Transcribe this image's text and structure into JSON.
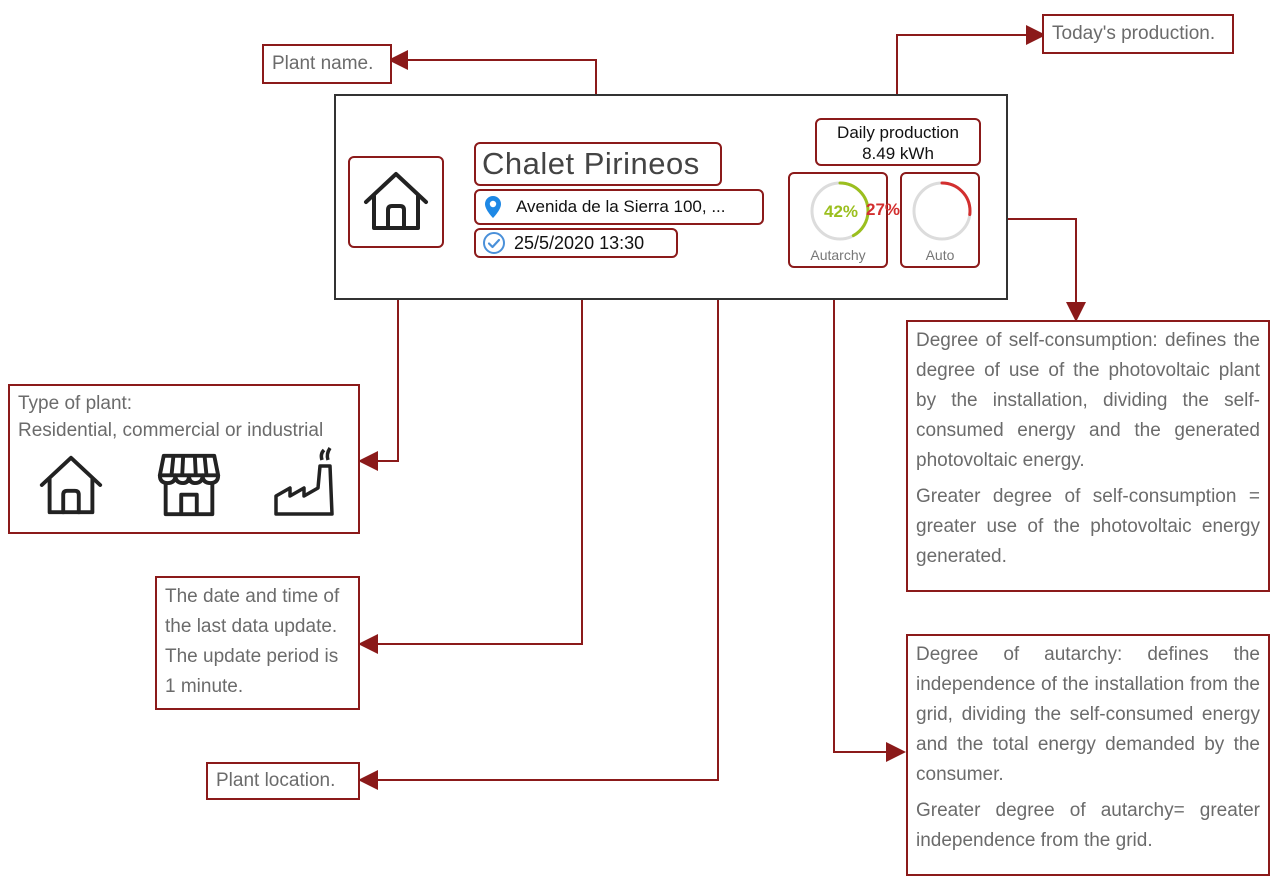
{
  "panel": {
    "plant_name": "Chalet Pirineos",
    "location": "Avenida de la Sierra 100, ...",
    "last_update": "25/5/2020 13:30",
    "daily_production": {
      "label": "Daily production",
      "value": "8.49 kWh"
    },
    "autarchy": {
      "value_text": "42%",
      "fraction": 0.42,
      "label": "Autarchy",
      "color": "#9bbf1e"
    },
    "self_consumption": {
      "value_text": "27%",
      "fraction": 0.27,
      "label": "Auto",
      "color": "#d32f2f"
    },
    "plant_icon": "house-icon",
    "location_icon": "map-pin-icon",
    "update_icon": "check-circle-icon"
  },
  "annotations": {
    "plant_name": "Plant name.",
    "todays_production": "Today's production.",
    "plant_type": {
      "title": "Type of plant:",
      "subtitle": "Residential, commercial or industrial",
      "icons": [
        "house-icon",
        "shop-icon",
        "factory-icon"
      ]
    },
    "last_update": {
      "text": "The date and time of the last data update.",
      "period": "The update period is 1 minute."
    },
    "location": "Plant location.",
    "self_consumption": {
      "definition": "Degree of self-consumption: defines the degree of use of the photovoltaic plant by the installation, dividing the self-consumed energy and the generated photovoltaic energy.",
      "summary": "Greater degree of self-consumption = greater use of the photovoltaic energy generated."
    },
    "autarchy": {
      "definition": "Degree of autarchy: defines the independence of the installation from the grid, dividing the self-consumed energy and the total energy demanded by the consumer.",
      "summary": "Greater degree of autarchy= greater independence from the grid."
    }
  },
  "colors": {
    "accent": "#8b1a1a",
    "pin": "#1e88e5",
    "check": "#4a90d9"
  }
}
